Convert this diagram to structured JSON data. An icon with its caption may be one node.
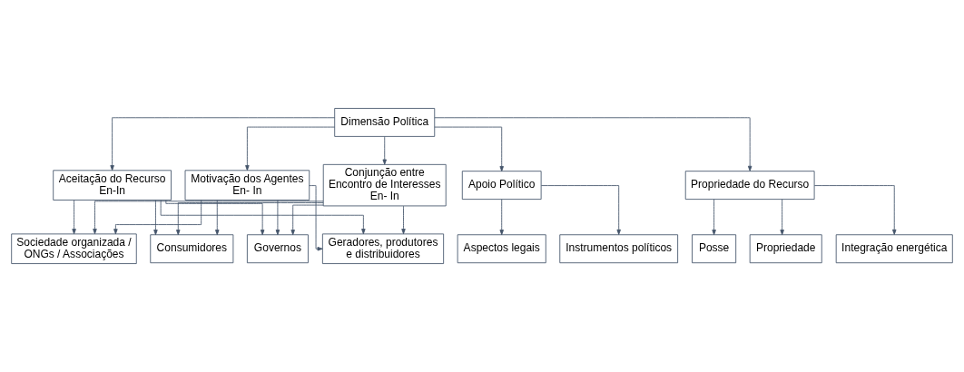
{
  "diagram": {
    "nodes": [
      {
        "text": [
          "Dimensão Política"
        ]
      },
      {
        "text": [
          "Aceitação do Recurso En-In"
        ]
      },
      {
        "text": [
          "Motivação dos Agentes En- In"
        ]
      },
      {
        "text": [
          "Conjunção entre Encontro de Interesses En- In"
        ]
      },
      {
        "text": [
          "Apoio Político"
        ]
      },
      {
        "text": [
          "Propriedade do Recurso"
        ]
      },
      {
        "text": [
          "Geradores, produtores e distribuidores"
        ]
      },
      {
        "text": [
          "Sociedade organizada / ONGs / Associações"
        ]
      },
      {
        "text": [
          "Consumidores"
        ]
      },
      {
        "text": [
          "Governos"
        ]
      },
      {
        "text": [
          "Instrumentos políticos"
        ]
      },
      {
        "text": [
          "Aspectos legais"
        ]
      },
      {
        "text": [
          "Posse"
        ]
      },
      {
        "text": [
          "Propriedade"
        ]
      },
      {
        "text": [
          "Integração energética"
        ]
      }
    ],
    "edges": [
      {
        "from": 0,
        "to": 1,
        "arrow": "to"
      },
      {
        "from": 0,
        "to": 2,
        "arrow": "to"
      },
      {
        "from": 0,
        "to": 3,
        "arrow": "to"
      },
      {
        "from": 0,
        "to": 4,
        "arrow": "to"
      },
      {
        "from": 0,
        "to": 5,
        "arrow": "to"
      },
      {
        "from": 1,
        "to": 6,
        "arrow": "to"
      },
      {
        "from": 1,
        "to": 7,
        "arrow": "to"
      },
      {
        "from": 1,
        "to": 8,
        "arrow": "to"
      },
      {
        "from": 1,
        "to": 9,
        "arrow": "to"
      },
      {
        "from": 2,
        "to": 6,
        "arrow": "to"
      },
      {
        "from": 2,
        "to": 7,
        "arrow": "to"
      },
      {
        "from": 2,
        "to": 8,
        "arrow": "to"
      },
      {
        "from": 2,
        "to": 9,
        "arrow": "to"
      },
      {
        "from": 3,
        "to": 6,
        "arrow": "to"
      },
      {
        "from": 3,
        "to": 7,
        "arrow": "to"
      },
      {
        "from": 3,
        "to": 8,
        "arrow": "to"
      },
      {
        "from": 3,
        "to": 9,
        "arrow": "to"
      },
      {
        "from": 4,
        "to": 10,
        "arrow": "to"
      },
      {
        "from": 4,
        "to": 11,
        "arrow": "to"
      },
      {
        "from": 5,
        "to": 12,
        "arrow": "to"
      },
      {
        "from": 5,
        "to": 13,
        "arrow": "to"
      },
      {
        "from": 5,
        "to": 14,
        "arrow": "to"
      }
    ]
  }
}
